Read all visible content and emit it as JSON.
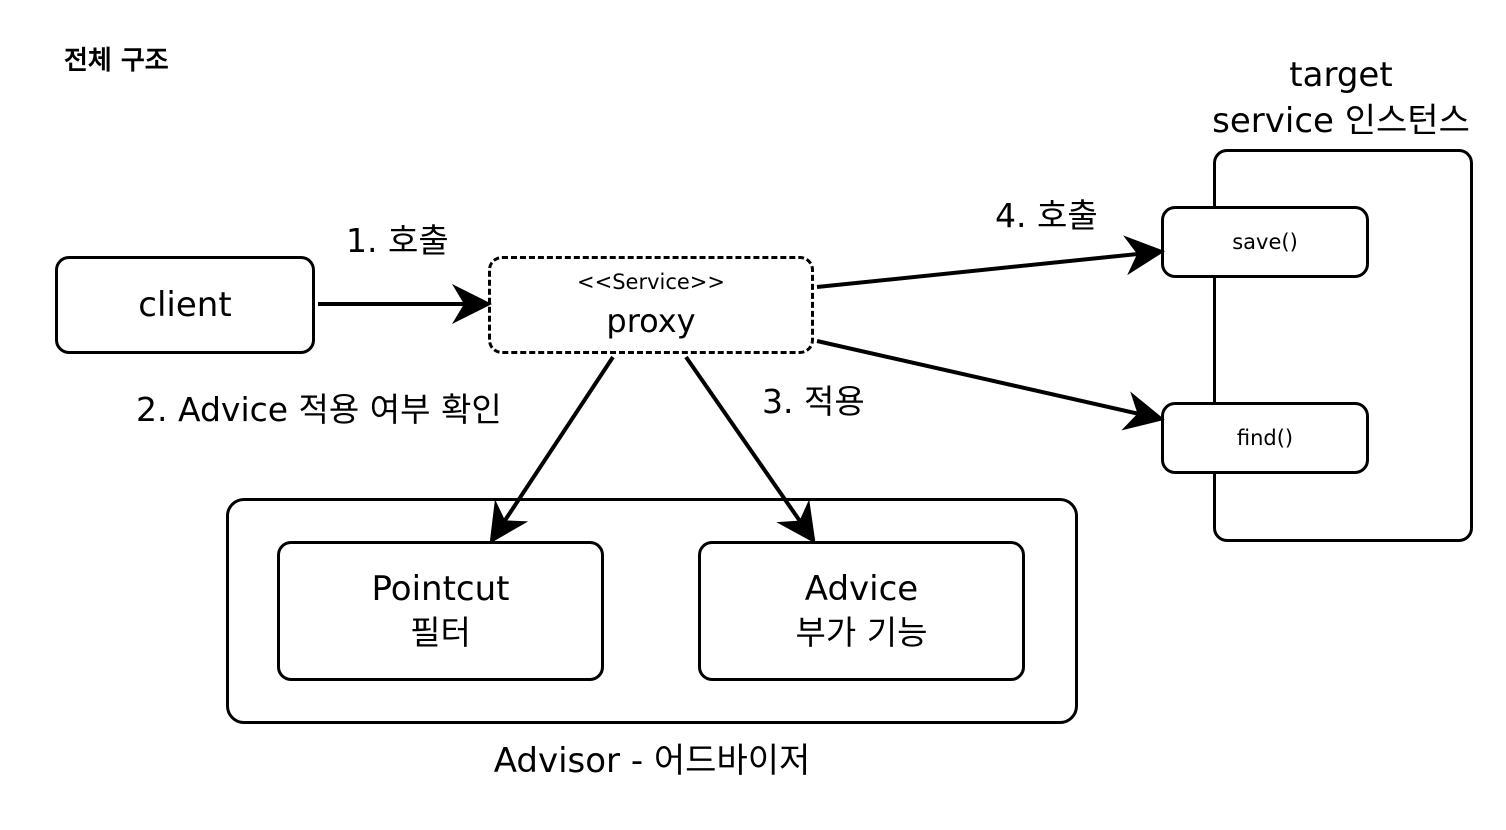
{
  "heading": "전체 구조",
  "target": {
    "title_line1": "target",
    "title_line2": "service 인스턴스",
    "methods": [
      "save()",
      "find()"
    ]
  },
  "client": {
    "label": "client"
  },
  "proxy": {
    "stereotype": "<<Service>>",
    "label": "proxy"
  },
  "steps": {
    "call1": "1. 호출",
    "check2": "2. Advice 적용 여부 확인",
    "apply3": "3. 적용",
    "call4": "4. 호출"
  },
  "advisor": {
    "pointcut_title": "Pointcut",
    "pointcut_desc": "필터",
    "advice_title": "Advice",
    "advice_desc": "부가 기능",
    "caption": "Advisor - 어드바이저"
  }
}
